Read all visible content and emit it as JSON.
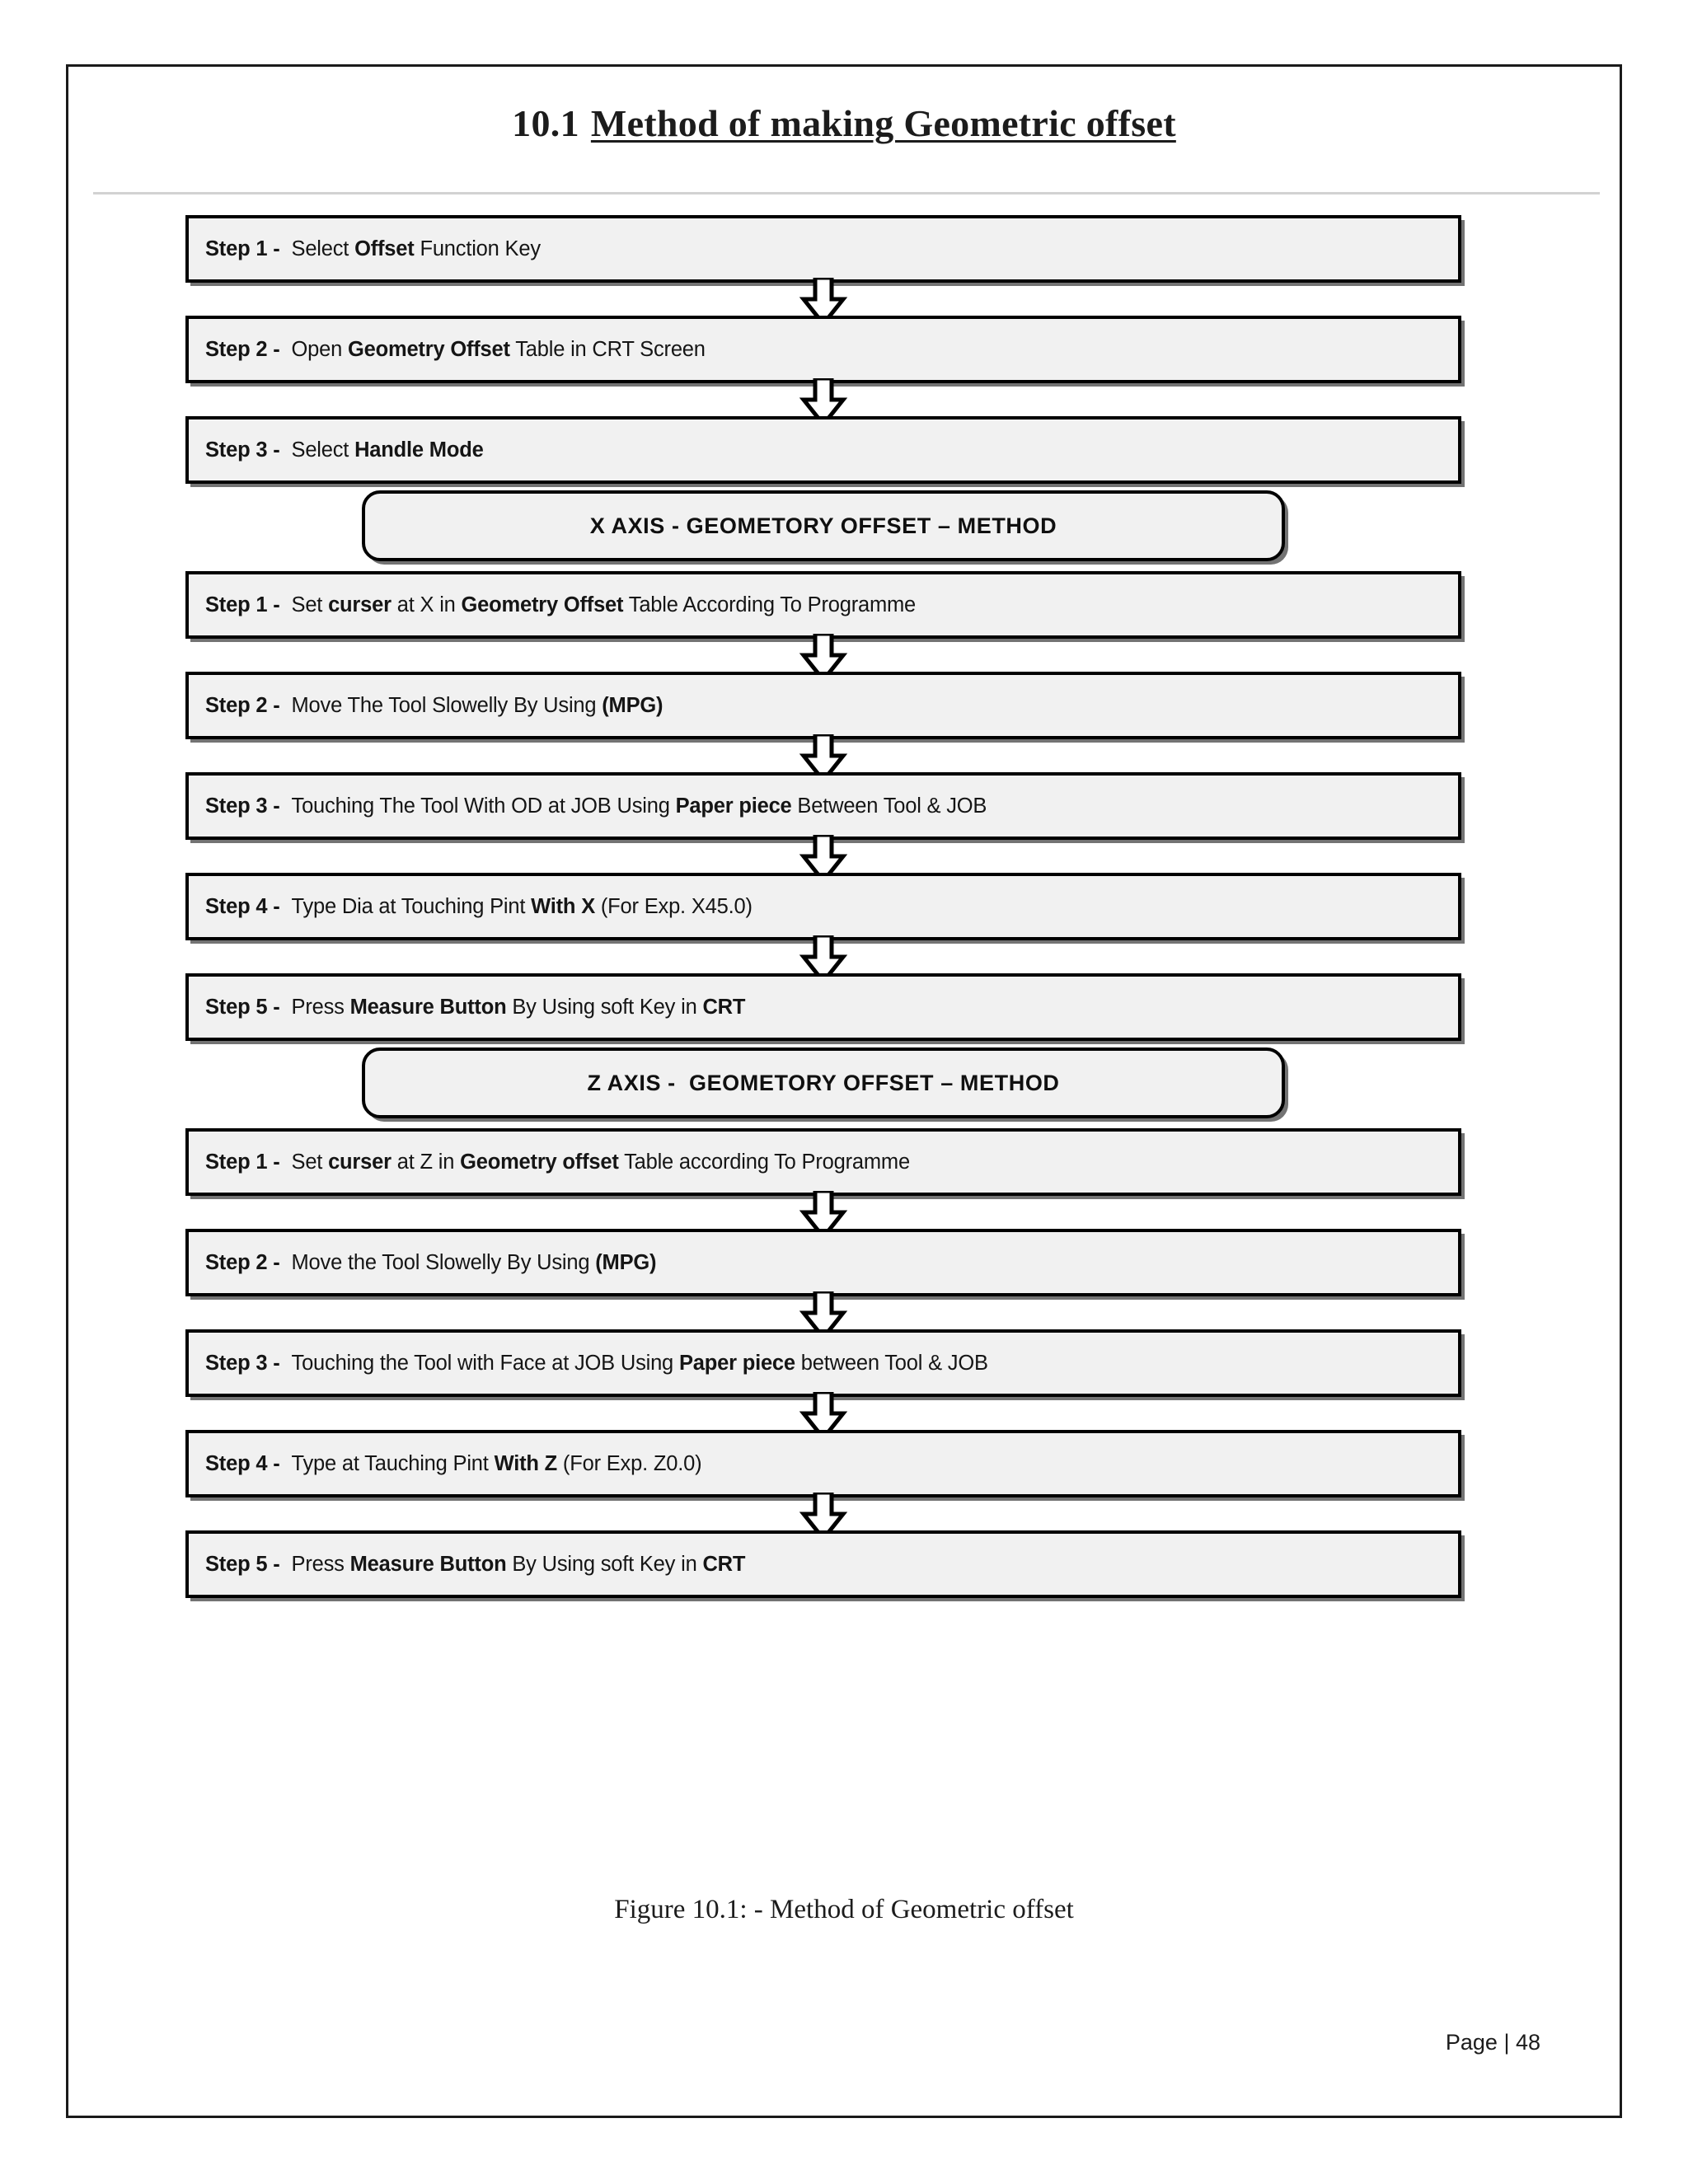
{
  "document": {
    "title_number": "10.1",
    "title_text": "Method of making Geometric offset",
    "figure_caption": "Figure 10.1: - Method of Geometric offset",
    "page_footer": "Page | 48"
  },
  "colors": {
    "box_fill": "#f1f1f1",
    "box_border": "#000000",
    "text": "#151515",
    "rule": "#d2d2d2"
  },
  "flow": {
    "intro_steps": [
      {
        "label": "Step 1 -",
        "pre": "Select ",
        "bold": "Offset",
        "post": " Function Key"
      },
      {
        "label": "Step 2 -",
        "pre": "Open ",
        "bold": "Geometry Offset",
        "post": " Table in CRT Screen"
      },
      {
        "label": "Step 3 -",
        "pre": "Select ",
        "bold": "Handle Mode",
        "post": ""
      }
    ],
    "x_section": {
      "heading": "X AXIS - GEOMETORY OFFSET – METHOD",
      "steps": [
        {
          "label": "Step 1 -",
          "pre": "Set ",
          "bold": "curser",
          "mid": " at X in ",
          "bold2": "Geometry Offset",
          "post": " Table According To Programme"
        },
        {
          "label": "Step 2 -",
          "pre": "Move The Tool Slowelly By Using ",
          "bold": "(MPG)",
          "post": ""
        },
        {
          "label": "Step 3 -",
          "pre": "Touching The Tool With OD at JOB Using ",
          "bold": "Paper piece",
          "post": " Between Tool & JOB"
        },
        {
          "label": "Step 4 -",
          "pre": "Type Dia at Touching Pint ",
          "bold": "With X",
          "post": " (For Exp. X45.0)"
        },
        {
          "label": "Step 5 -",
          "pre": "Press ",
          "bold": "Measure Button",
          "mid": " By Using soft Key in ",
          "bold2": "CRT",
          "post": ""
        }
      ]
    },
    "z_section": {
      "heading": "Z AXIS -  GEOMETORY OFFSET – METHOD",
      "steps": [
        {
          "label": "Step 1 -",
          "pre": "Set ",
          "bold": "curser",
          "mid": " at Z in ",
          "bold2": "Geometry offset",
          "post": " Table according To Programme"
        },
        {
          "label": "Step 2 -",
          "pre": "Move the Tool Slowelly By Using ",
          "bold": "(MPG)",
          "post": ""
        },
        {
          "label": "Step 3 -",
          "pre": "Touching the Tool with Face at JOB Using ",
          "bold": "Paper piece",
          "post": " between Tool & JOB"
        },
        {
          "label": "Step 4 -",
          "pre": "Type at Tauching Pint ",
          "bold": "With Z",
          "post": " (For Exp. Z0.0)"
        },
        {
          "label": "Step 5 -",
          "pre": "Press ",
          "bold": "Measure Button",
          "mid": " By Using soft Key in ",
          "bold2": "CRT",
          "post": ""
        }
      ]
    }
  }
}
